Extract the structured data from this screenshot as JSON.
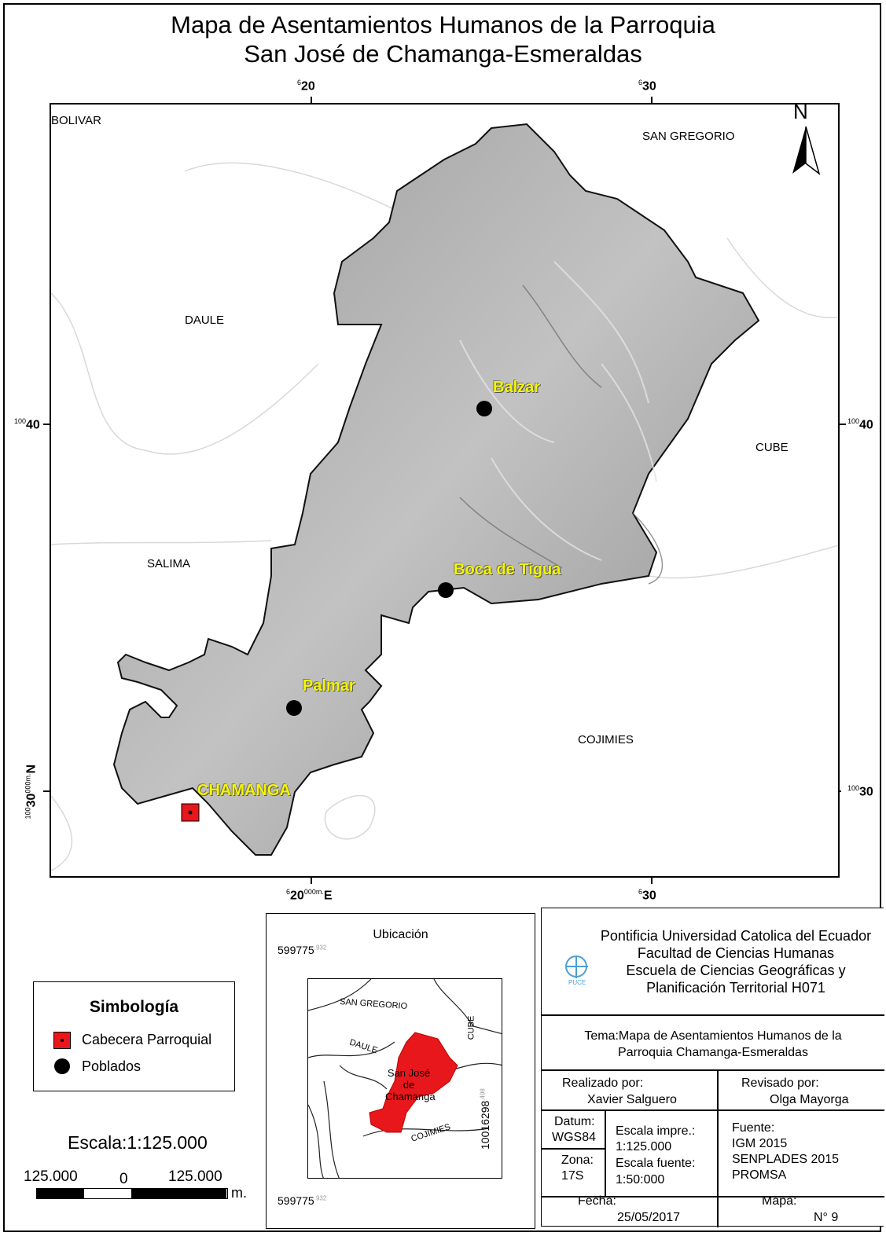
{
  "title": {
    "line1": "Mapa de Asentamientos Humanos de la Parroquia",
    "line2": "San José de Chamanga-Esmeraldas"
  },
  "map": {
    "north_label": "N",
    "grid": {
      "top_x1": {
        "sup": "6",
        "main": "20"
      },
      "top_x2": {
        "sup": "6",
        "main": "30"
      },
      "bottom_x1": {
        "sup": "6",
        "main": "20",
        "suffix": "000m.",
        "axis": "E"
      },
      "bottom_x2": {
        "sup": "6",
        "main": "30"
      },
      "left_y1": {
        "sup": "100",
        "main": "40"
      },
      "right_y1": {
        "sup": "100",
        "main": "40"
      },
      "left_y2": {
        "sup": "100",
        "main": "30",
        "suffix": "000m.",
        "axis": "N"
      },
      "right_y2": {
        "sup": "100",
        "main": "30"
      }
    },
    "neighbors": {
      "bolivar": "BOLIVAR",
      "san_gregorio": "SAN GREGORIO",
      "daule": "DAULE",
      "cube": "CUBE",
      "salima": "SALIMA",
      "cojimies": "COJIMIES"
    },
    "settlements": {
      "balzar": "Balzar",
      "boca_de_tigua": "Boca de Tigua",
      "palmar": "Palmar",
      "chamanga": "CHAMANGA"
    }
  },
  "legend": {
    "title": "Simbología",
    "item1": "Cabecera Parroquial",
    "item2": "Poblados"
  },
  "scale": {
    "label": "Escala:1:125.000",
    "left": "125.000",
    "zero": "0",
    "right": "125.000",
    "unit": "m."
  },
  "location": {
    "title": "Ubicación",
    "top_coord": "599775",
    "top_coord_sup": ".932",
    "bottom_coord": "599775",
    "bottom_coord_sup": ".932",
    "side_coord": "10016298",
    "side_coord_sup": ".498",
    "san_gregorio": "SAN GREGORIO",
    "cube": "CUBE",
    "daule": "DAULE",
    "cojimies": "COJIMIES",
    "parish1": "San José",
    "parish2": "de",
    "parish3": "Chamanga"
  },
  "info": {
    "logo_text": "PUCE",
    "inst1": "Pontificia Universidad Catolica del Ecuador",
    "inst2": "Facultad de Ciencias Humanas",
    "inst3": "Escuela de Ciencias Geográficas y",
    "inst4": "Planificación Territorial H071",
    "tema1": "Tema:Mapa de Asentamientos Humanos de la",
    "tema2": "Parroquia Chamanga-Esmeraldas",
    "realizado_label": "Realizado por:",
    "realizado_name": "Xavier Salguero",
    "revisado_label": "Revisado por:",
    "revisado_name": "Olga Mayorga",
    "datum_label": "Datum:",
    "datum_value": "WGS84",
    "zona_label": "Zona:",
    "zona_value": "17S",
    "escala_impre_label": "Escala impre.:",
    "escala_impre_value": "1:125.000",
    "escala_fuente_label": "Escala fuente:",
    "escala_fuente_value": "1:50:000",
    "fuente_label": "Fuente:",
    "fuente1": "IGM 2015",
    "fuente2": "SENPLADES 2015",
    "fuente3": "PROMSA",
    "fecha_label": "Fecha:",
    "fecha_value": "25/05/2017",
    "mapa_label": "Mapa:",
    "mapa_value": "N° 9"
  },
  "colors": {
    "parish_fill": "#a0a0a0",
    "cabecera": "#e8171b",
    "town_label": "#f5f500"
  }
}
